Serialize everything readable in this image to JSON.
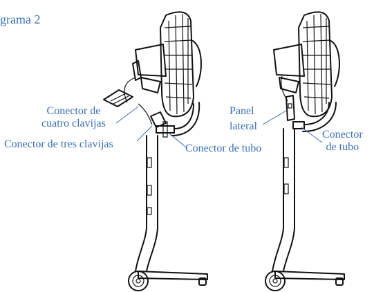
{
  "diagram": {
    "title": "grama 2",
    "labels": {
      "four_pin_connector": [
        "Conector de",
        "cuatro clavijas"
      ],
      "three_pin_connector": "Conector de tres clavijas",
      "tube_connector_left": "Conector de tubo",
      "side_panel": [
        "Panel",
        "lateral"
      ],
      "tube_connector_right": [
        "Conector",
        "de tubo"
      ]
    },
    "colors": {
      "label": "#3a6fb5",
      "ink": "#111111"
    }
  }
}
